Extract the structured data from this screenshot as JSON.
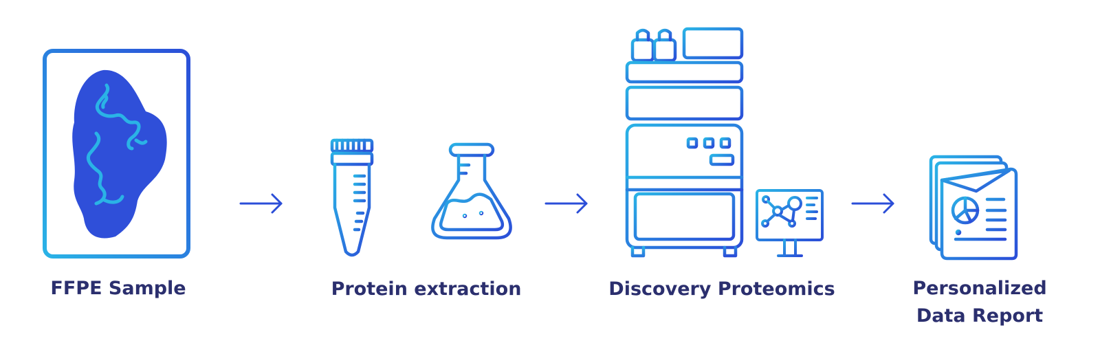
{
  "colors": {
    "gradient_start": "#2ab3e6",
    "gradient_end": "#2b4ed8",
    "tissue_fill": "#2f4fd9",
    "tissue_vessel": "#2ab3e6",
    "label_text": "#2b2f6e"
  },
  "steps": [
    {
      "label": "FFPE Sample",
      "icon": "ffpe-slide-icon"
    },
    {
      "label": "Protein extraction",
      "icon": "centrifuge-tube-and-flask-icon"
    },
    {
      "label": "Discovery Proteomics",
      "icon": "mass-spectrometer-icon"
    },
    {
      "label_line1": "Personalized",
      "label_line2": "Data Report",
      "icon": "report-documents-icon"
    }
  ],
  "arrows": [
    "right-arrow",
    "right-arrow",
    "right-arrow"
  ]
}
